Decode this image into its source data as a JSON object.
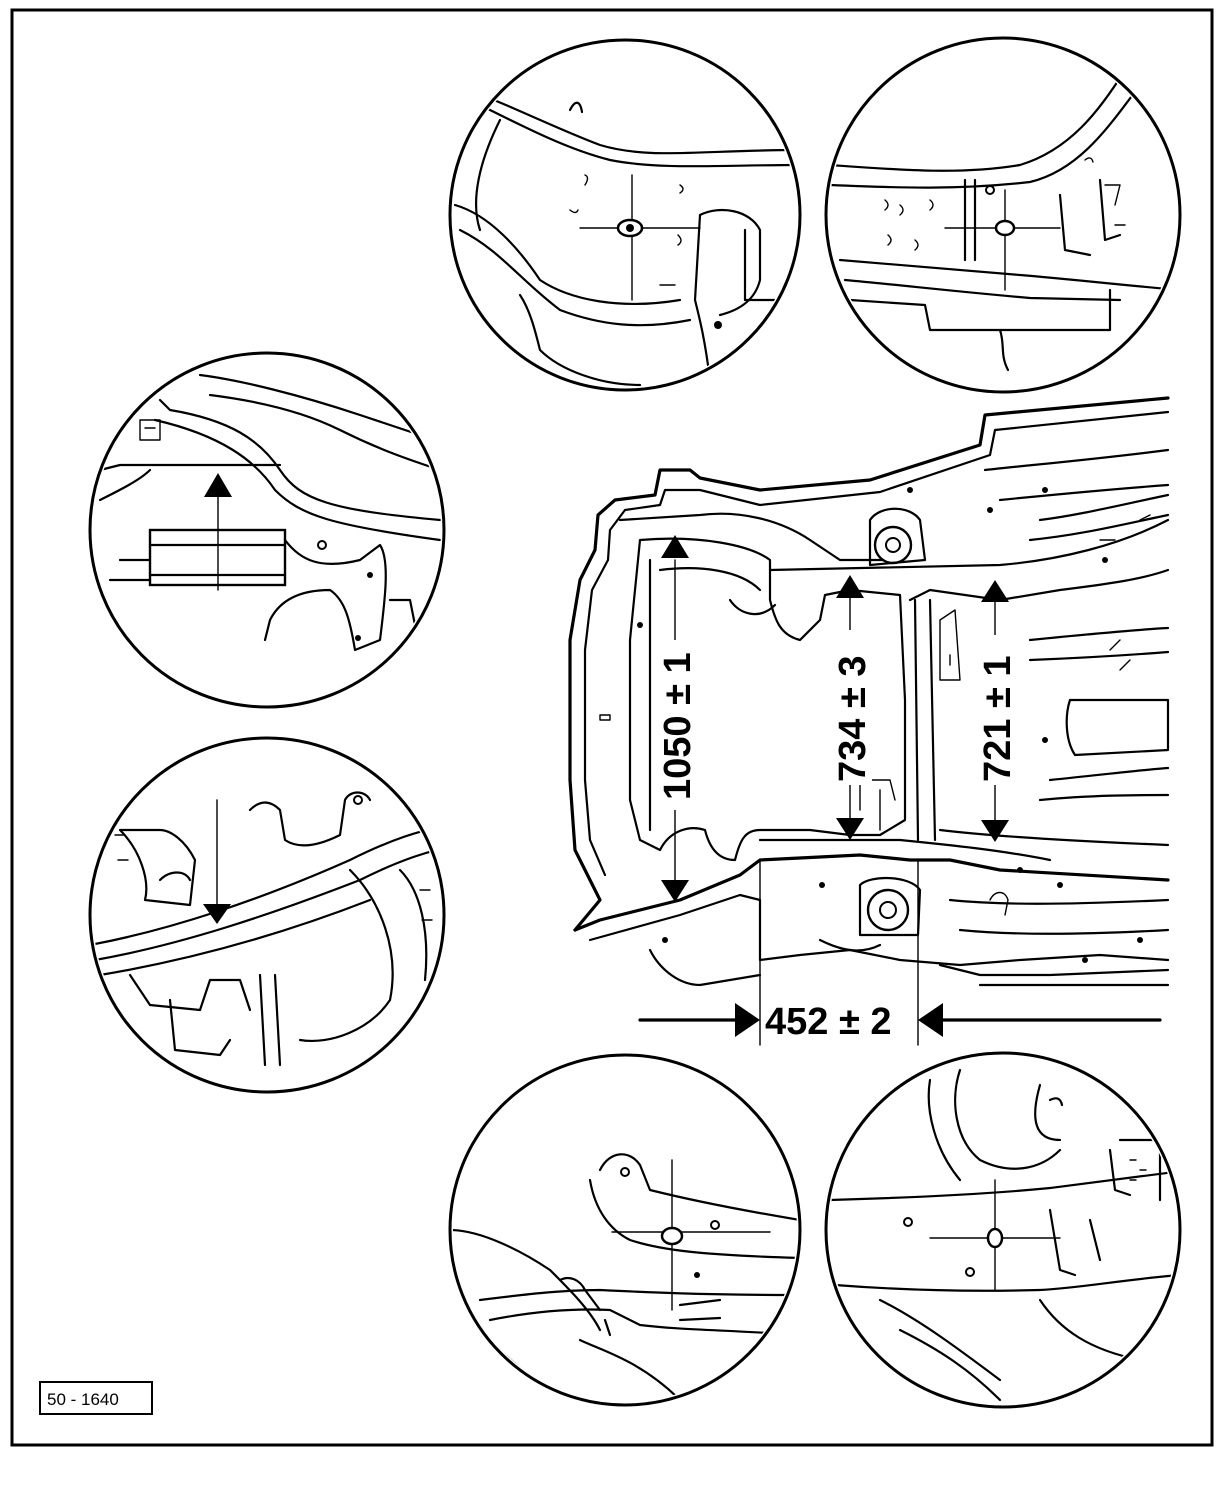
{
  "figure": {
    "reference_label": "50 - 1640"
  },
  "dimensions": {
    "front_height": "1050 ± 1",
    "mid_height": "734 ± 3",
    "rear_height": "721 ± 1",
    "horizontal": "452 ± 2"
  },
  "detail_views": [
    "top-center-detail",
    "top-right-detail",
    "left-upper-detail",
    "left-lower-detail",
    "bottom-center-detail",
    "bottom-right-detail"
  ],
  "icons": {
    "up_arrow": "triangle-up-icon",
    "down_arrow": "triangle-down-icon",
    "right_arrow": "triangle-right-icon",
    "left_arrow": "triangle-left-icon"
  }
}
